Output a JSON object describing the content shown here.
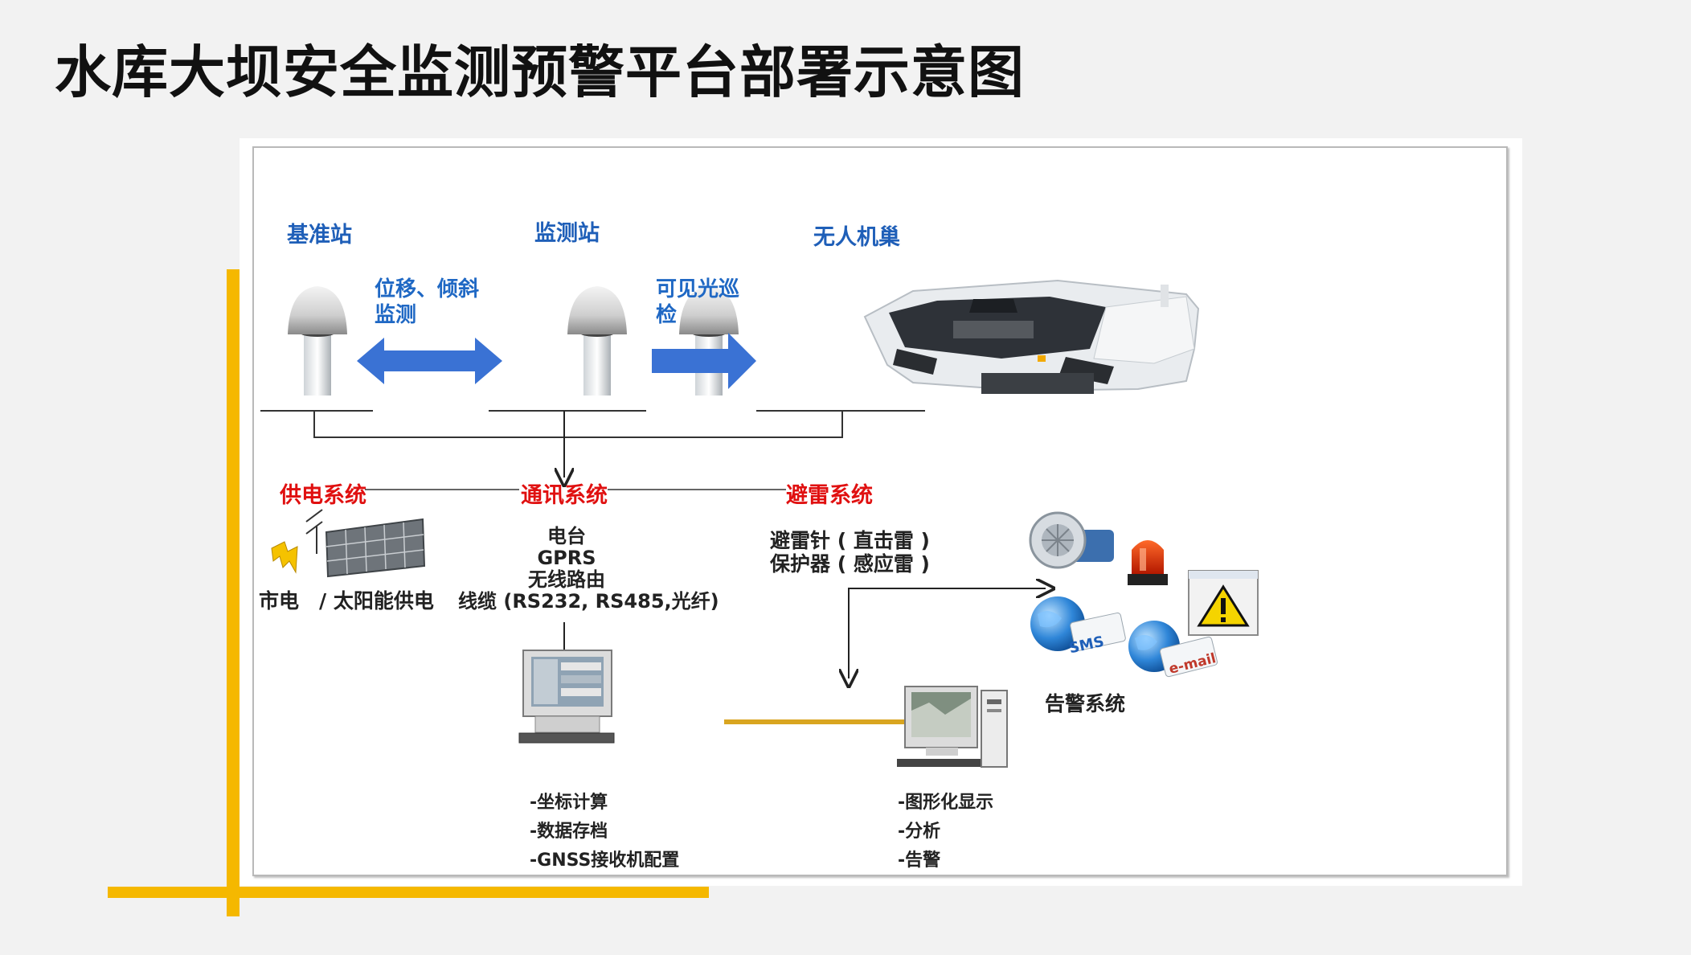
{
  "title": "水库大坝安全监测预警平台部署示意图",
  "stations": {
    "base": "基准站",
    "monitor": "监测站",
    "drone_nest": "无人机巢"
  },
  "arrows": {
    "displacement": [
      "位移、倾斜",
      "监测"
    ],
    "patrol": [
      "可见光巡",
      "检"
    ]
  },
  "systems": {
    "power": "供电系统",
    "comm": "通讯系统",
    "lightning": "避雷系统",
    "alarm": "告警系统"
  },
  "power_detail": "市电　/ 太阳能供电",
  "comm_detail": [
    "电台",
    "GPRS",
    "无线路由",
    "线缆 (RS232, RS485,光纤)"
  ],
  "lightning_detail": [
    "避雷针 ( 直击雷 )",
    "保护器 ( 感应雷 )"
  ],
  "server_functions": [
    "-坐标计算",
    "-数据存档",
    "-GNSS接收机配置"
  ],
  "client_functions": [
    "-图形化显示",
    "-分析",
    "-告警"
  ],
  "alarm_icons": {
    "sms": "SMS",
    "email": "e-mail"
  },
  "colors": {
    "accent_yellow": "#f5b800",
    "arrow_blue": "#3a72d4",
    "system_red": "#e01010",
    "label_blue": "#1f5fb8",
    "link_orange": "#d9a520"
  }
}
